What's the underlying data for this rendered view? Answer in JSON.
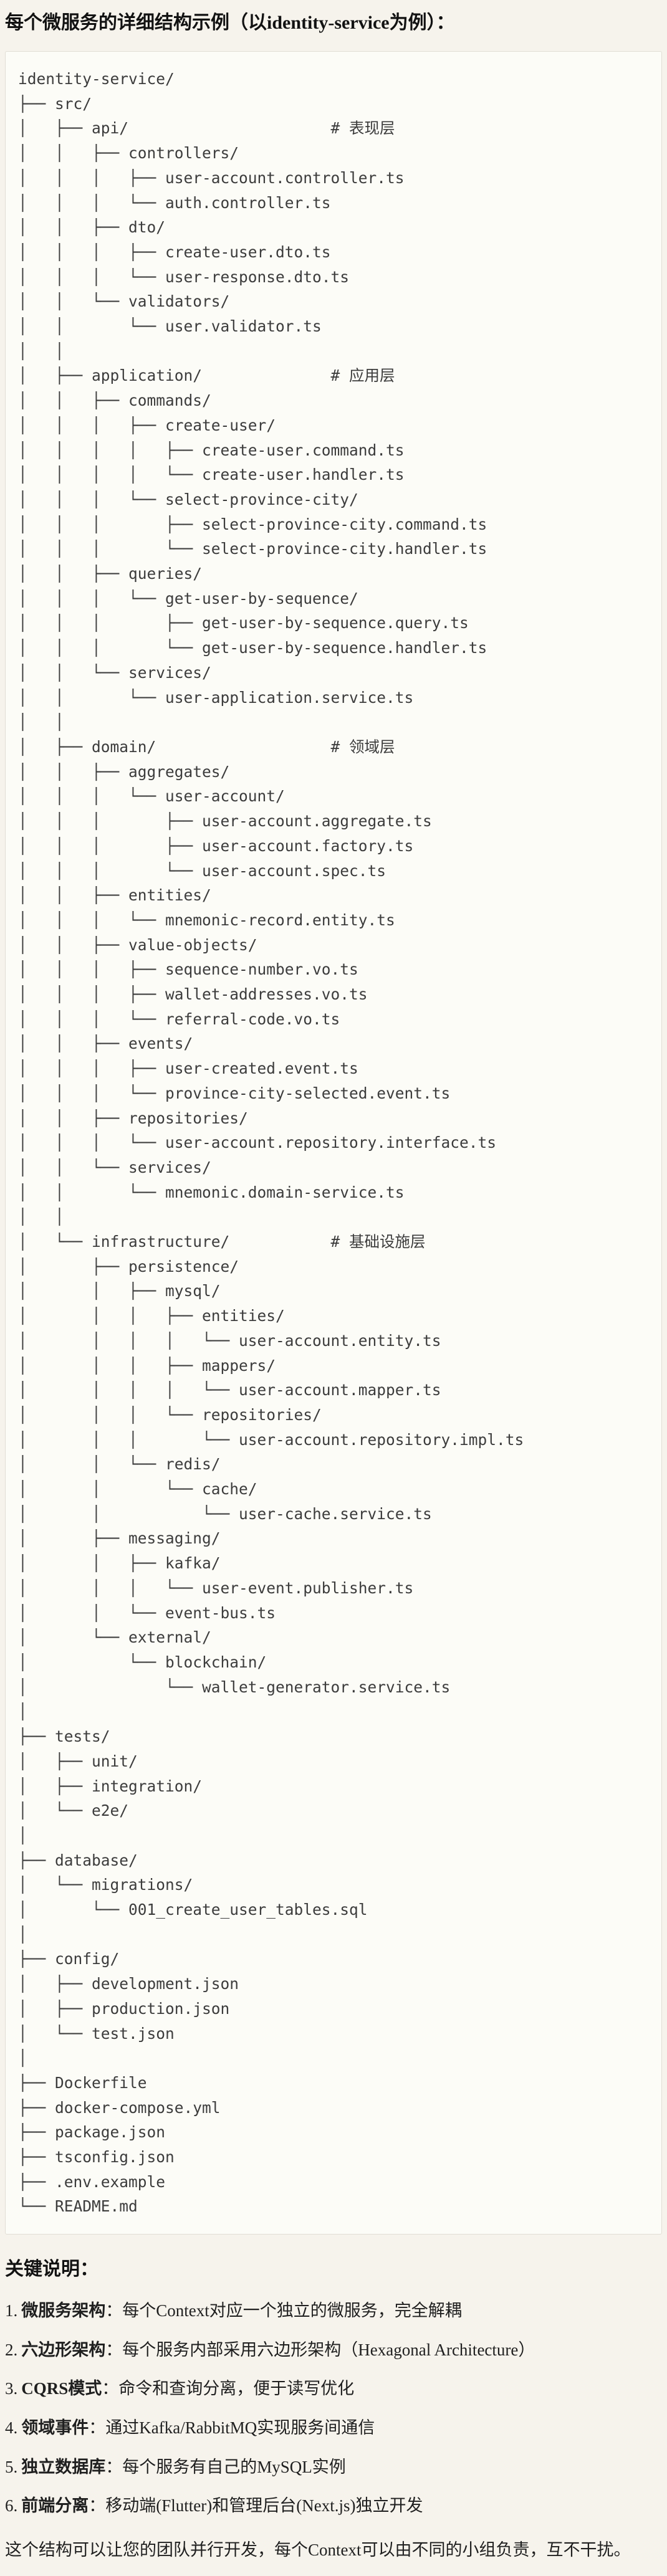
{
  "page": {
    "title": "每个微服务的详细结构示例（以identity-service为例）："
  },
  "code_block": {
    "language": "plaintext-tree",
    "lines": [
      "identity-service/",
      "├── src/",
      "│   ├── api/                      # 表现层",
      "│   │   ├── controllers/",
      "│   │   │   ├── user-account.controller.ts",
      "│   │   │   └── auth.controller.ts",
      "│   │   ├── dto/",
      "│   │   │   ├── create-user.dto.ts",
      "│   │   │   └── user-response.dto.ts",
      "│   │   └── validators/",
      "│   │       └── user.validator.ts",
      "│   │",
      "│   ├── application/              # 应用层",
      "│   │   ├── commands/",
      "│   │   │   ├── create-user/",
      "│   │   │   │   ├── create-user.command.ts",
      "│   │   │   │   └── create-user.handler.ts",
      "│   │   │   └── select-province-city/",
      "│   │   │       ├── select-province-city.command.ts",
      "│   │   │       └── select-province-city.handler.ts",
      "│   │   ├── queries/",
      "│   │   │   └── get-user-by-sequence/",
      "│   │   │       ├── get-user-by-sequence.query.ts",
      "│   │   │       └── get-user-by-sequence.handler.ts",
      "│   │   └── services/",
      "│   │       └── user-application.service.ts",
      "│   │",
      "│   ├── domain/                   # 领域层",
      "│   │   ├── aggregates/",
      "│   │   │   └── user-account/",
      "│   │   │       ├── user-account.aggregate.ts",
      "│   │   │       ├── user-account.factory.ts",
      "│   │   │       └── user-account.spec.ts",
      "│   │   ├── entities/",
      "│   │   │   └── mnemonic-record.entity.ts",
      "│   │   ├── value-objects/",
      "│   │   │   ├── sequence-number.vo.ts",
      "│   │   │   ├── wallet-addresses.vo.ts",
      "│   │   │   └── referral-code.vo.ts",
      "│   │   ├── events/",
      "│   │   │   ├── user-created.event.ts",
      "│   │   │   └── province-city-selected.event.ts",
      "│   │   ├── repositories/",
      "│   │   │   └── user-account.repository.interface.ts",
      "│   │   └── services/",
      "│   │       └── mnemonic.domain-service.ts",
      "│   │",
      "│   └── infrastructure/           # 基础设施层",
      "│       ├── persistence/",
      "│       │   ├── mysql/",
      "│       │   │   ├── entities/",
      "│       │   │   │   └── user-account.entity.ts",
      "│       │   │   ├── mappers/",
      "│       │   │   │   └── user-account.mapper.ts",
      "│       │   │   └── repositories/",
      "│       │   │       └── user-account.repository.impl.ts",
      "│       │   └── redis/",
      "│       │       └── cache/",
      "│       │           └── user-cache.service.ts",
      "│       ├── messaging/",
      "│       │   ├── kafka/",
      "│       │   │   └── user-event.publisher.ts",
      "│       │   └── event-bus.ts",
      "│       └── external/",
      "│           └── blockchain/",
      "│               └── wallet-generator.service.ts",
      "│",
      "├── tests/",
      "│   ├── unit/",
      "│   ├── integration/",
      "│   └── e2e/",
      "│",
      "├── database/",
      "│   └── migrations/",
      "│       └── 001_create_user_tables.sql",
      "│",
      "├── config/",
      "│   ├── development.json",
      "│   ├── production.json",
      "│   └── test.json",
      "│",
      "├── Dockerfile",
      "├── docker-compose.yml",
      "├── package.json",
      "├── tsconfig.json",
      "├── .env.example",
      "└── README.md"
    ]
  },
  "notes": {
    "heading": "关键说明：",
    "items": [
      {
        "num": "1.",
        "term": "微服务架构",
        "desc": "：每个Context对应一个独立的微服务，完全解耦"
      },
      {
        "num": "2.",
        "term": "六边形架构",
        "desc": "：每个服务内部采用六边形架构（Hexagonal Architecture）"
      },
      {
        "num": "3.",
        "term": "CQRS模式",
        "desc": "：命令和查询分离，便于读写优化"
      },
      {
        "num": "4.",
        "term": "领域事件",
        "desc": "：通过Kafka/RabbitMQ实现服务间通信"
      },
      {
        "num": "5.",
        "term": "独立数据库",
        "desc": "：每个服务有自己的MySQL实例"
      },
      {
        "num": "6.",
        "term": "前端分离",
        "desc": "：移动端(Flutter)和管理后台(Next.js)独立开发"
      }
    ],
    "footer": "这个结构可以让您的团队并行开发，每个Context可以由不同的小组负责，互不干扰。"
  },
  "colors": {
    "page_bg": "#f6f3ec",
    "code_bg": "#fcfcf7",
    "code_border": "#e1ded5",
    "tree_text": "#3c3c3c",
    "body_text": "#1f1f1f"
  }
}
